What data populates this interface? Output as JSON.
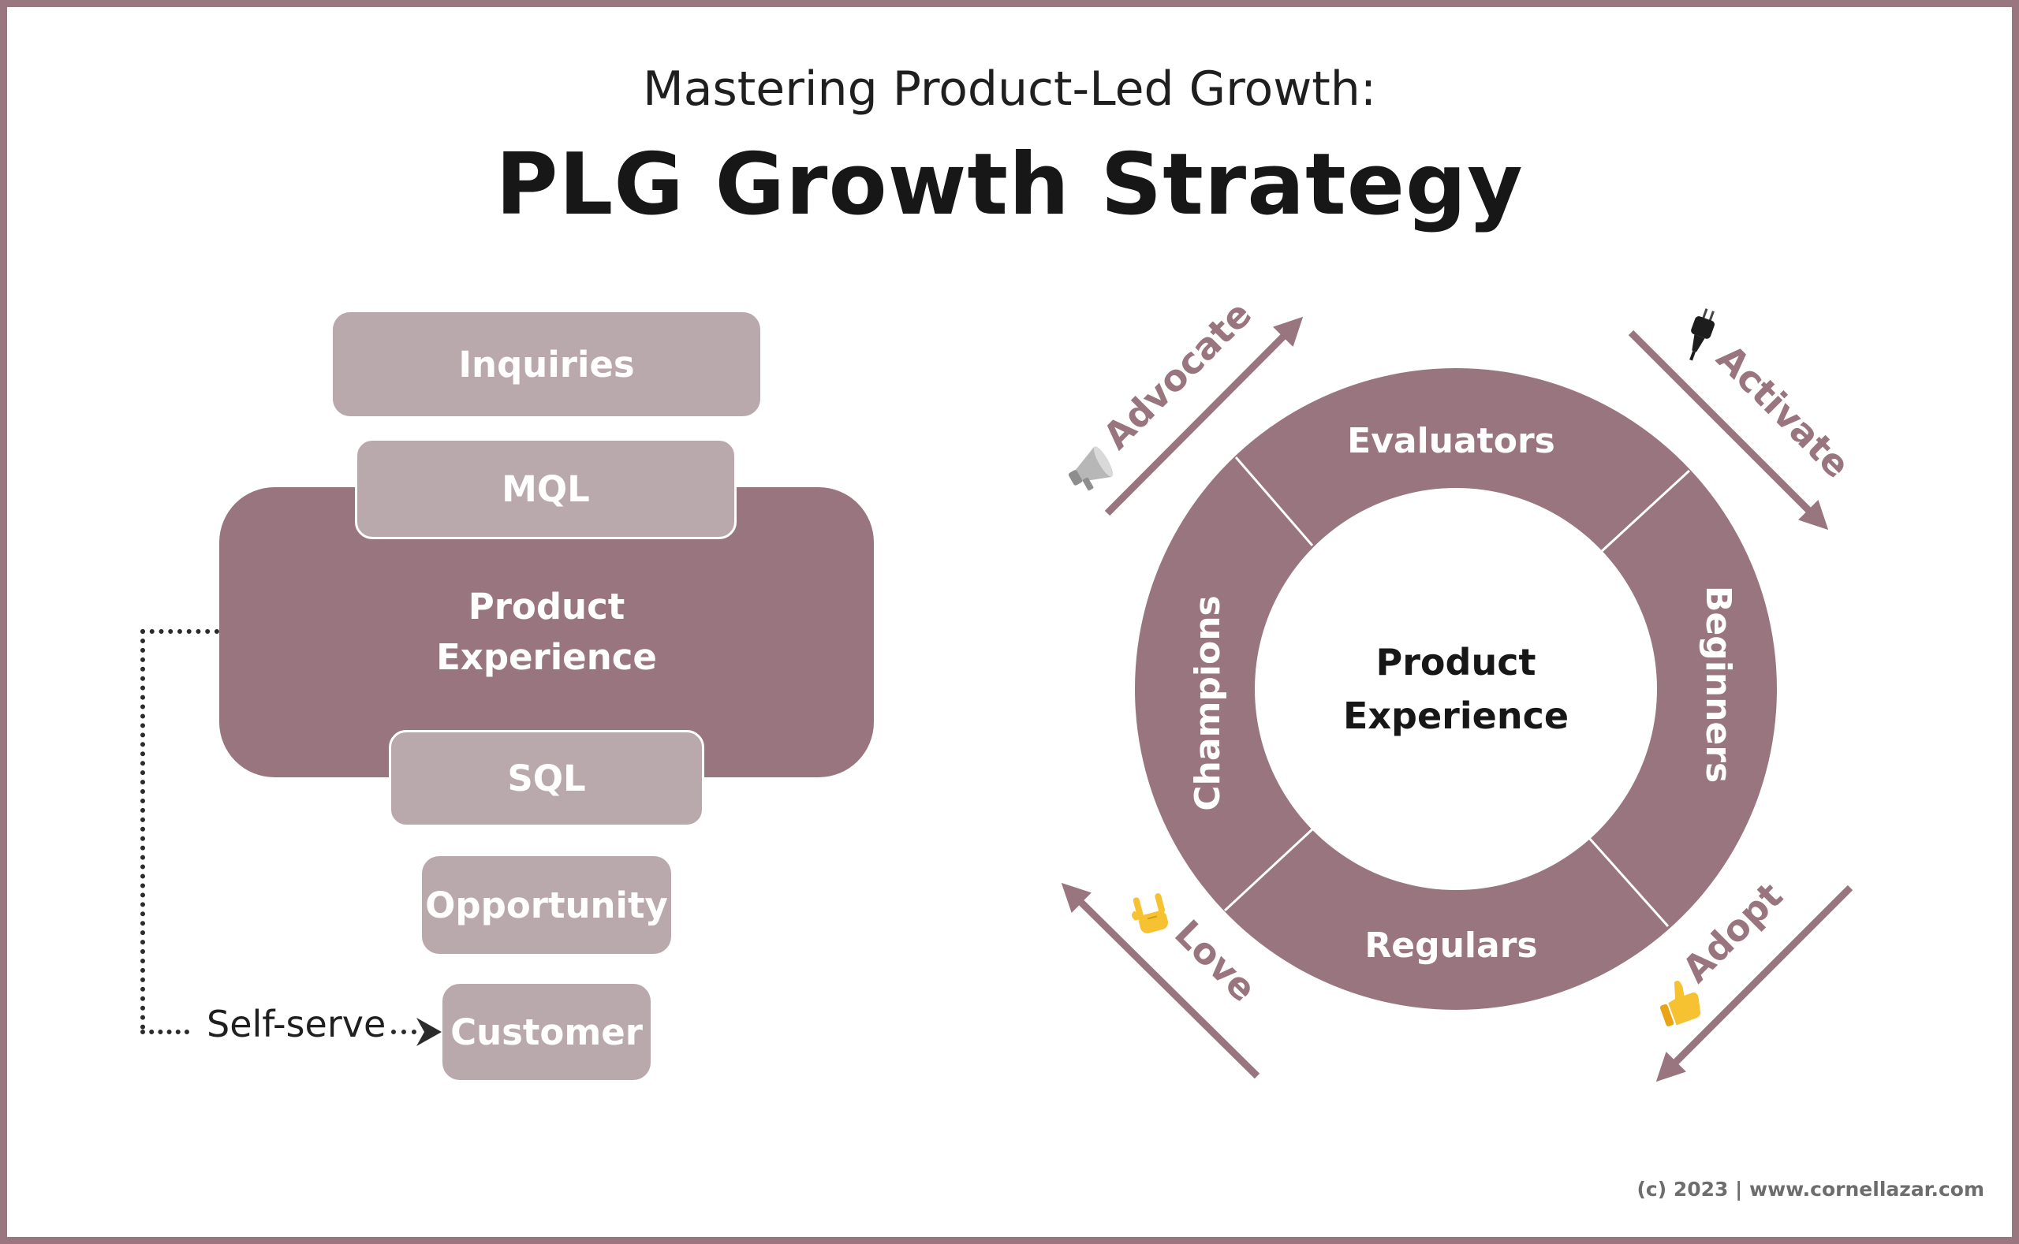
{
  "header": {
    "subtitle": "Mastering Product-Led Growth:",
    "title": "PLG Growth Strategy"
  },
  "funnel": {
    "stages": [
      "Inquiries",
      "MQL",
      "SQL",
      "Opportunity",
      "Customer"
    ],
    "core": {
      "line1": "Product",
      "line2": "Experience"
    },
    "self_serve_label": "Self-serve"
  },
  "cycle": {
    "center": {
      "line1": "Product",
      "line2": "Experience"
    },
    "segments": {
      "top": "Evaluators",
      "right": "Beginners",
      "bottom": "Regulars",
      "left": "Champions"
    },
    "actions": {
      "advocate": "Advocate",
      "activate": "Activate",
      "adopt": "Adopt",
      "love": "Love"
    }
  },
  "icons": {
    "advocate": "megaphone-icon",
    "activate": "plug-icon",
    "adopt": "thumbs-up-icon",
    "love": "love-you-hand-icon"
  },
  "colors": {
    "frame": "#9a7681",
    "dark": "#99757f",
    "light": "#b9a9ad",
    "text_dark": "#171717"
  },
  "footer": {
    "copyright": "(c) 2023 | www.cornellazar.com"
  }
}
